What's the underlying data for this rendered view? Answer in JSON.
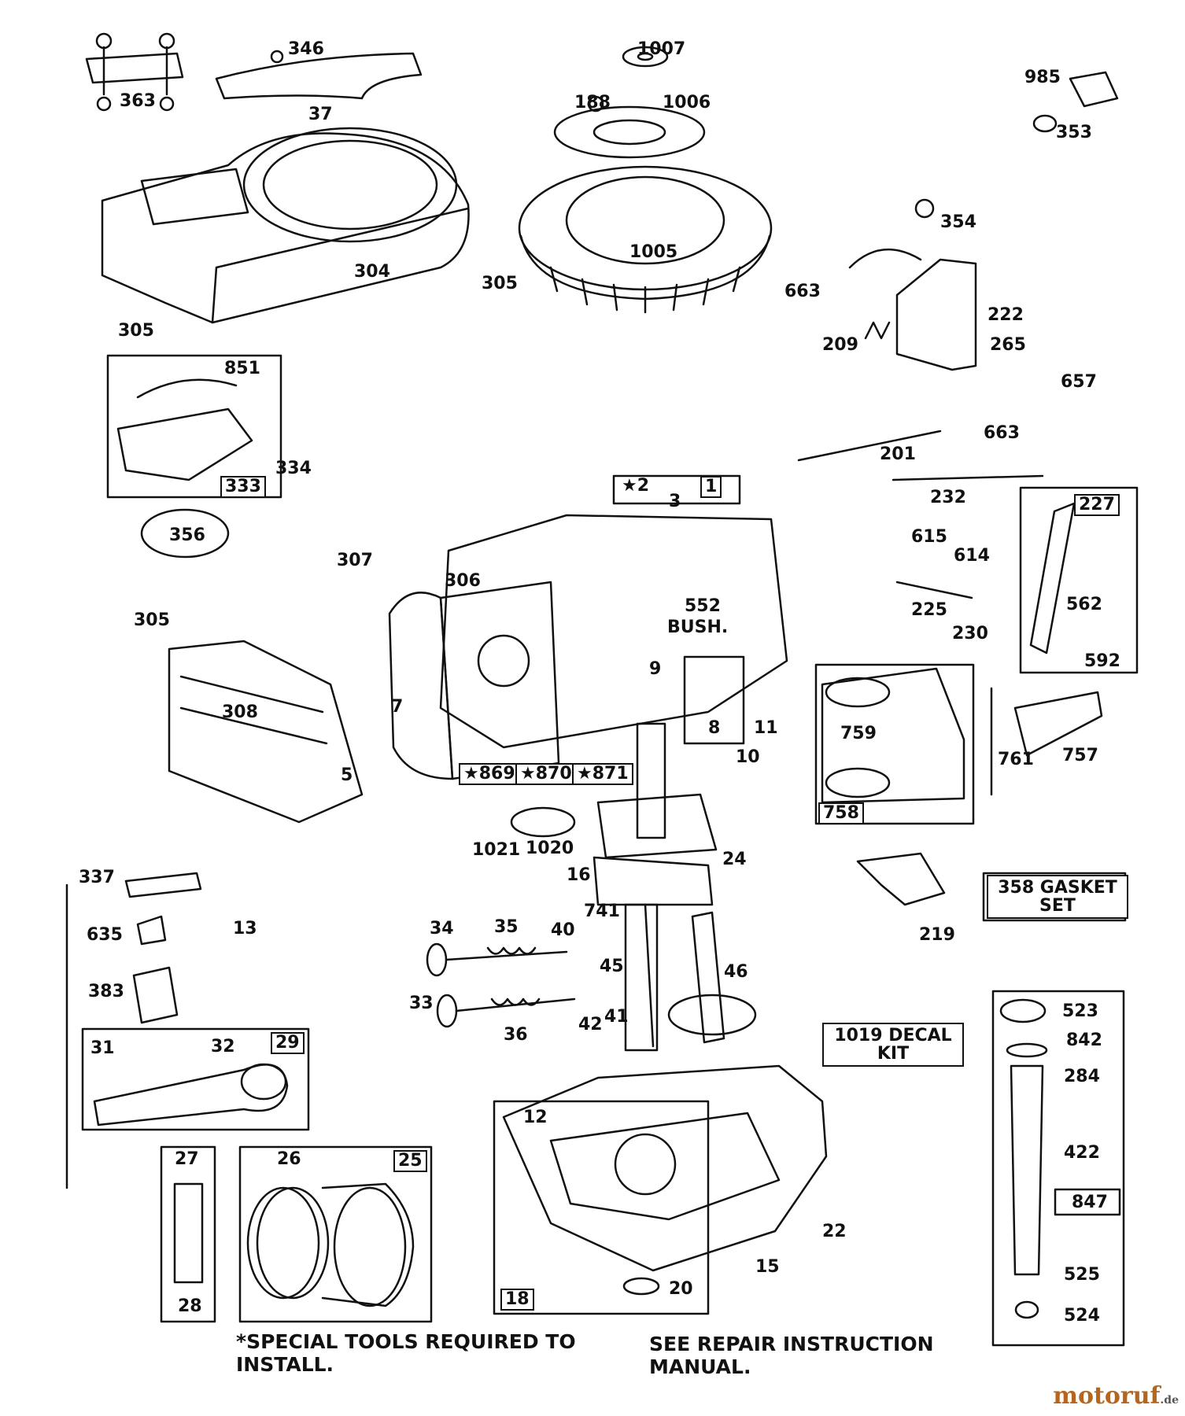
{
  "part_labels": [
    {
      "id": "363",
      "text": "363"
    },
    {
      "id": "346",
      "text": "346"
    },
    {
      "id": "37",
      "text": "37"
    },
    {
      "id": "1007",
      "text": "1007"
    },
    {
      "id": "188",
      "text": "188"
    },
    {
      "id": "1006",
      "text": "1006"
    },
    {
      "id": "985",
      "text": "985"
    },
    {
      "id": "353",
      "text": "353"
    },
    {
      "id": "304",
      "text": "304"
    },
    {
      "id": "1005",
      "text": "1005"
    },
    {
      "id": "305a",
      "text": "305"
    },
    {
      "id": "305b",
      "text": "305"
    },
    {
      "id": "354",
      "text": "354"
    },
    {
      "id": "663a",
      "text": "663"
    },
    {
      "id": "222",
      "text": "222"
    },
    {
      "id": "209",
      "text": "209"
    },
    {
      "id": "265",
      "text": "265"
    },
    {
      "id": "657",
      "text": "657"
    },
    {
      "id": "663b",
      "text": "663"
    },
    {
      "id": "851",
      "text": "851"
    },
    {
      "id": "334",
      "text": "334"
    },
    {
      "id": "333",
      "text": "333"
    },
    {
      "id": "201",
      "text": "201"
    },
    {
      "id": "232",
      "text": "232"
    },
    {
      "id": "2",
      "text": "★2"
    },
    {
      "id": "3",
      "text": "3"
    },
    {
      "id": "1",
      "text": "1"
    },
    {
      "id": "227",
      "text": "227"
    },
    {
      "id": "356",
      "text": "356"
    },
    {
      "id": "615",
      "text": "615"
    },
    {
      "id": "614",
      "text": "614"
    },
    {
      "id": "307",
      "text": "307"
    },
    {
      "id": "306",
      "text": "306"
    },
    {
      "id": "552",
      "text": "552"
    },
    {
      "id": "bush",
      "text": "BUSH."
    },
    {
      "id": "225",
      "text": "225"
    },
    {
      "id": "230",
      "text": "230"
    },
    {
      "id": "562",
      "text": "562"
    },
    {
      "id": "592",
      "text": "592"
    },
    {
      "id": "305c",
      "text": "305"
    },
    {
      "id": "308",
      "text": "308"
    },
    {
      "id": "7",
      "text": "7"
    },
    {
      "id": "9",
      "text": "9"
    },
    {
      "id": "8",
      "text": "8"
    },
    {
      "id": "11",
      "text": "11"
    },
    {
      "id": "10",
      "text": "10"
    },
    {
      "id": "759",
      "text": "759"
    },
    {
      "id": "761",
      "text": "761"
    },
    {
      "id": "757",
      "text": "757"
    },
    {
      "id": "5",
      "text": "5"
    },
    {
      "id": "869",
      "text": "★869"
    },
    {
      "id": "870",
      "text": "★870"
    },
    {
      "id": "871",
      "text": "★871"
    },
    {
      "id": "758",
      "text": "758"
    },
    {
      "id": "1021",
      "text": "1021"
    },
    {
      "id": "1020",
      "text": "1020"
    },
    {
      "id": "24",
      "text": "24"
    },
    {
      "id": "16",
      "text": "16"
    },
    {
      "id": "337",
      "text": "337"
    },
    {
      "id": "13",
      "text": "13"
    },
    {
      "id": "219",
      "text": "219"
    },
    {
      "id": "635",
      "text": "635"
    },
    {
      "id": "741",
      "text": "741"
    },
    {
      "id": "34",
      "text": "34"
    },
    {
      "id": "35",
      "text": "35"
    },
    {
      "id": "40",
      "text": "40"
    },
    {
      "id": "45",
      "text": "45"
    },
    {
      "id": "46",
      "text": "46"
    },
    {
      "id": "383",
      "text": "383"
    },
    {
      "id": "33",
      "text": "33"
    },
    {
      "id": "36",
      "text": "36"
    },
    {
      "id": "42",
      "text": "42"
    },
    {
      "id": "41",
      "text": "41"
    },
    {
      "id": "523",
      "text": "523"
    },
    {
      "id": "842",
      "text": "842"
    },
    {
      "id": "31",
      "text": "31"
    },
    {
      "id": "32",
      "text": "32"
    },
    {
      "id": "29",
      "text": "29"
    },
    {
      "id": "284",
      "text": "284"
    },
    {
      "id": "12",
      "text": "12"
    },
    {
      "id": "422",
      "text": "422"
    },
    {
      "id": "27",
      "text": "27"
    },
    {
      "id": "26",
      "text": "26"
    },
    {
      "id": "25",
      "text": "25"
    },
    {
      "id": "847",
      "text": "847"
    },
    {
      "id": "22",
      "text": "22"
    },
    {
      "id": "15",
      "text": "15"
    },
    {
      "id": "525",
      "text": "525"
    },
    {
      "id": "20",
      "text": "20"
    },
    {
      "id": "18",
      "text": "18"
    },
    {
      "id": "28",
      "text": "28"
    },
    {
      "id": "524",
      "text": "524"
    }
  ],
  "kits": {
    "gasket_set": "358 GASKET SET",
    "decal_kit": "1019 DECAL KIT"
  },
  "notes": {
    "special_tools": "*SPECIAL TOOLS REQUIRED TO INSTALL.",
    "repair_manual": "SEE REPAIR INSTRUCTION MANUAL."
  },
  "watermark": {
    "name": "motoruf",
    "suffix": ".de"
  }
}
